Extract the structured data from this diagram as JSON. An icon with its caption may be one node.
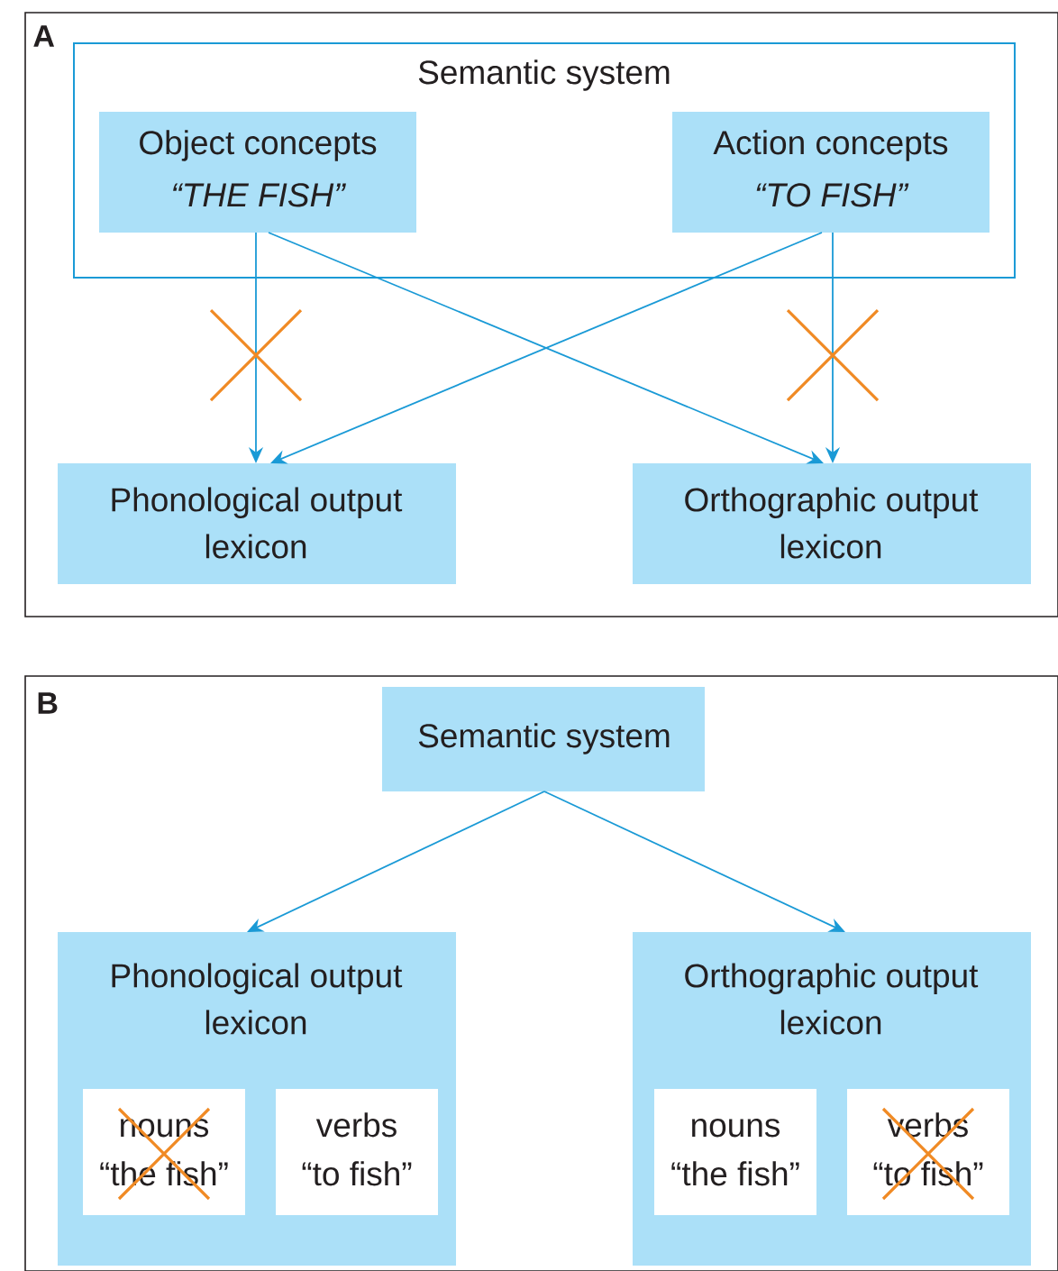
{
  "diagram": {
    "nodes": [
      {
        "text": [
          "A"
        ]
      },
      {
        "text": [
          "Semantic system"
        ],
        "in": 0
      },
      {
        "text": [
          "Object concepts",
          "“THE FISH”"
        ],
        "in": 1
      },
      {
        "text": [
          "Action concepts",
          "“TO FISH”"
        ],
        "in": 1
      },
      {
        "text": [
          "Phonological output lexicon"
        ],
        "in": 0
      },
      {
        "text": [
          "Orthographic output lexicon"
        ],
        "in": 0
      },
      {
        "text": [
          "B"
        ]
      },
      {
        "text": [
          "Semantic system"
        ],
        "in": 6
      },
      {
        "text": [
          "Phonological output lexicon"
        ],
        "in": 6
      },
      {
        "text": [
          "nouns",
          "“the fish”"
        ],
        "in": 8
      },
      {
        "text": [
          "verbs",
          "“to fish”"
        ],
        "in": 8
      },
      {
        "text": [
          "Orthographic output lexicon"
        ],
        "in": 6
      },
      {
        "text": [
          "nouns",
          "“the fish”"
        ],
        "in": 11
      },
      {
        "text": [
          "verbs",
          "“to fish”"
        ],
        "in": 11
      }
    ],
    "edges": [
      {
        "from": 2,
        "to": 4,
        "arrow": "to"
      },
      {
        "from": 2,
        "to": 5,
        "arrow": "to"
      },
      {
        "from": 3,
        "to": 4,
        "arrow": "to"
      },
      {
        "from": 3,
        "to": 5,
        "arrow": "to"
      },
      {
        "from": 7,
        "to": 8,
        "arrow": "to"
      },
      {
        "from": 7,
        "to": 11,
        "arrow": "to"
      }
    ]
  }
}
